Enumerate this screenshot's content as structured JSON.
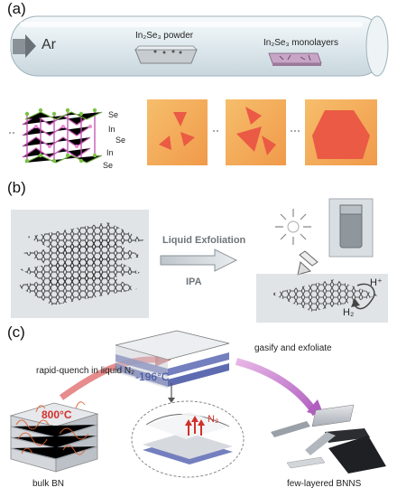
{
  "panels": [
    {
      "label": "(a)"
    },
    {
      "label": "(b)"
    },
    {
      "label": "(c)"
    }
  ],
  "panel_a": {
    "gas": "Ar",
    "powder_label": "In₂Se₃ powder",
    "monolayer_label": "In₂Se₃ monolayers",
    "atom_labels": [
      "Se",
      "In",
      "Se",
      "In",
      "Se"
    ]
  },
  "panel_b": {
    "arrow_top": "Liquid Exfoliation",
    "arrow_bottom": "IPA",
    "h_plus": "H⁺",
    "h2": "H₂"
  },
  "panel_c": {
    "temp_hot": "800°C",
    "quench": "rapid-quench in liquid N₂",
    "temp_cold": "-196°C",
    "gasify": "gasify and exfoliate",
    "n2": "N₂",
    "bulk": "bulk BN",
    "few_layer": "few-layered BNNS"
  },
  "colors": {
    "tube": "#e6eef2",
    "flake_bg": "#f1a95a",
    "flake": "#ea5a44",
    "crystal_pink": "#e88bd0",
    "crystal_green": "#7bc243",
    "sheet_blue": "#4d5ba8",
    "hot": "#d3302a"
  }
}
